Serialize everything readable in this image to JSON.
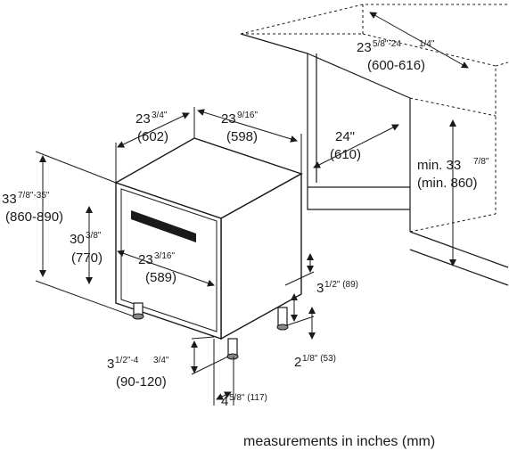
{
  "labels": {
    "top_depth_in": "23",
    "top_depth_frac": "3/4\"",
    "top_depth_mm": "(602)",
    "top_width_in": "23",
    "top_width_frac": "9/16\"",
    "top_width_mm": "(598)",
    "height_in": "33",
    "height_frac": "7/8\"-35\"",
    "height_mm": "(860-890)",
    "body_height_in": "30",
    "body_height_frac": "3/8\"",
    "body_height_mm": "(770)",
    "front_width_in": "23",
    "front_width_frac": "3/16\"",
    "front_width_mm": "(589)",
    "foot_height_in": "3",
    "foot_height_frac": "1/2\"-4",
    "foot_height_frac2": "3/4\"",
    "foot_height_mm": "(90-120)",
    "foot_depth_in": "4",
    "foot_depth_frac": "5/8\" (117)",
    "rear_gap_in": "3",
    "rear_gap_frac": "1/2\" (89)",
    "rear_foot_in": "2",
    "rear_foot_frac": "1/8\" (53)",
    "niche_depth_in": "24\"",
    "niche_depth_mm": "(610)",
    "niche_width_in": "23",
    "niche_width_frac": "5/8\"-24",
    "niche_width_frac2": "1/4\"",
    "niche_width_mm": "(600-616)",
    "niche_height_prefix": "min. 33",
    "niche_height_frac": "7/8\"",
    "niche_height_mm": "(min. 860)"
  },
  "caption": "measurements in inches (mm)"
}
